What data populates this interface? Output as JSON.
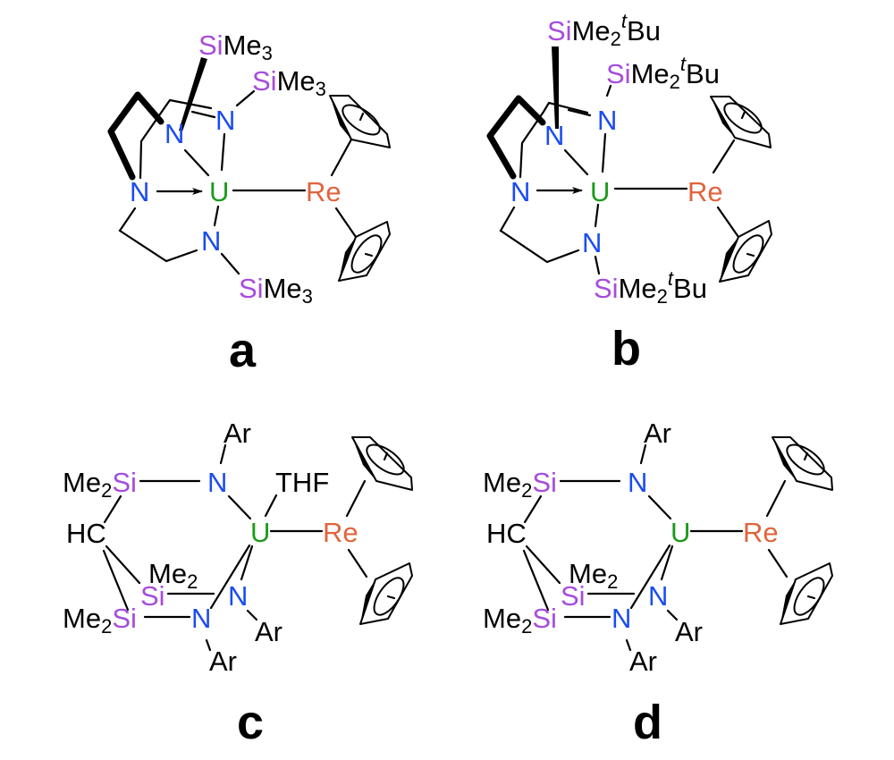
{
  "figure": {
    "colors": {
      "N": "#1a4cf0",
      "Si": "#a64cdc",
      "U": "#1d9a1d",
      "Re": "#e0643c",
      "C": "#000000"
    },
    "panels": [
      {
        "label": "a",
        "atoms": {
          "si_top": "Si",
          "si_top_rest": "Me",
          "si_top_sub": "3",
          "si_mid": "Si",
          "si_mid_rest": "Me",
          "si_mid_sub": "3",
          "si_bot": "Si",
          "si_bot_rest": "Me",
          "si_bot_sub": "3",
          "n_left": "N",
          "n_back": "N",
          "n_mid": "N",
          "n_bot": "N",
          "u": "U",
          "re": "Re"
        }
      },
      {
        "label": "b",
        "atoms": {
          "si_top": "Si",
          "si_top_rest": "Me",
          "si_top_sub": "2",
          "si_top_sup": "t",
          "si_top_tail": "Bu",
          "si_mid": "Si",
          "si_mid_rest": "Me",
          "si_mid_sub": "2",
          "si_mid_sup": "t",
          "si_mid_tail": "Bu",
          "si_bot": "Si",
          "si_bot_rest": "Me",
          "si_bot_sub": "2",
          "si_bot_sup": "t",
          "si_bot_tail": "Bu",
          "n_left": "N",
          "n_back": "N",
          "n_mid": "N",
          "n_bot": "N",
          "u": "U",
          "re": "Re"
        }
      },
      {
        "label": "c",
        "atoms": {
          "ar_top": "Ar",
          "ar_right": "Ar",
          "ar_bot": "Ar",
          "me2_a": "Me",
          "me2_a_sub": "2",
          "si_a": "Si",
          "hc": "HC",
          "me2_b": "Me",
          "me2_b_sub": "2",
          "si_b": "Si",
          "me2_c": "Me",
          "me2_c_sub": "2",
          "si_c": "Si",
          "n_top": "N",
          "n_right": "N",
          "n_bot": "N",
          "u": "U",
          "re": "Re",
          "thf": "THF"
        }
      },
      {
        "label": "d",
        "atoms": {
          "ar_top": "Ar",
          "ar_right": "Ar",
          "ar_bot": "Ar",
          "me2_a": "Me",
          "me2_a_sub": "2",
          "si_a": "Si",
          "hc": "HC",
          "me2_b": "Me",
          "me2_b_sub": "2",
          "si_b": "Si",
          "me2_c": "Me",
          "me2_c_sub": "2",
          "si_c": "Si",
          "n_top": "N",
          "n_right": "N",
          "n_bot": "N",
          "u": "U",
          "re": "Re"
        }
      }
    ]
  }
}
